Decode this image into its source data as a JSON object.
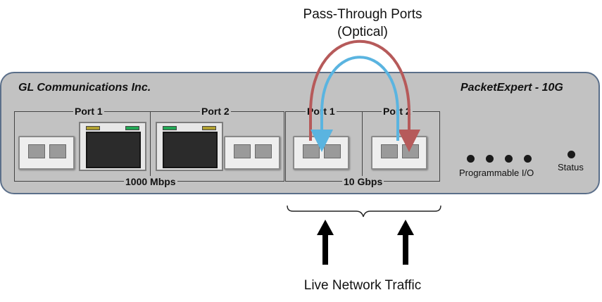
{
  "diagram": {
    "title_line1": "Pass-Through  Ports",
    "title_line2": "(Optical)",
    "company": "GL Communications Inc.",
    "product": "PacketExpert -  10G",
    "ports_1g": {
      "port1": "Port 1",
      "port2": "Port 2",
      "speed": "1000 Mbps"
    },
    "ports_10g": {
      "port1": "Port 1",
      "port2": "Port 2",
      "speed": "10 Gbps"
    },
    "leds_label": "Programmable  I/O",
    "status_label": "Status",
    "bottom_caption": "Live Network  Traffic",
    "colors": {
      "device_fill": "#c2c2c2",
      "device_border": "#5b6f8a",
      "arc_outer": "#b65a5a",
      "arc_inner": "#5ab4e0",
      "led_green": "#22a855",
      "led_amber": "#b0a030"
    }
  }
}
